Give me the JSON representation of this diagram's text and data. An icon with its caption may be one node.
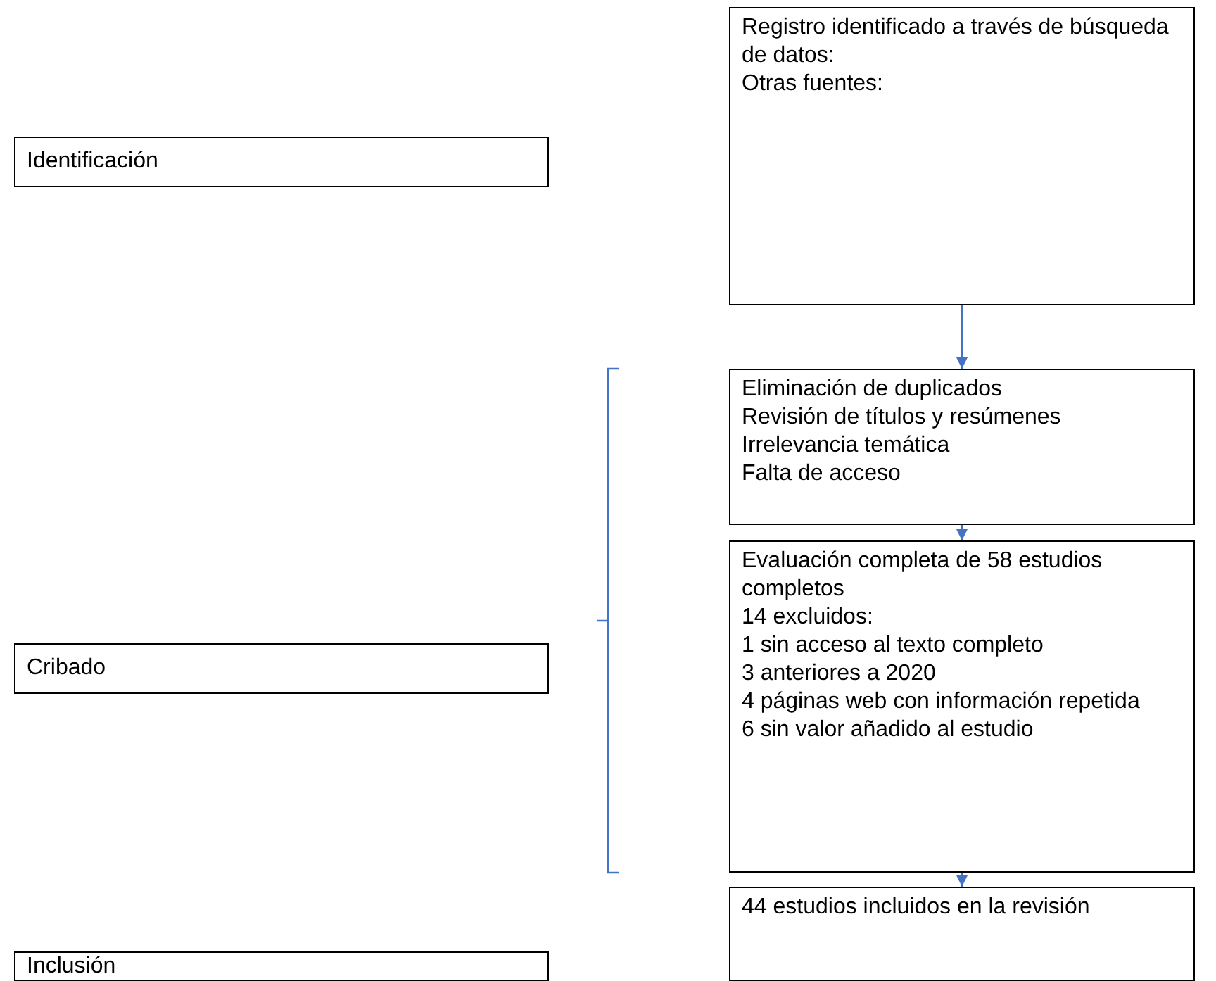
{
  "diagram": {
    "nodes": [
      {
        "text": [
          "Identificación"
        ]
      },
      {
        "text": [
          "Cribado"
        ]
      },
      {
        "text": [
          "Inclusión"
        ]
      },
      {
        "text": [
          "Registro identificado a través de búsqueda de datos:",
          "Otras fuentes:"
        ]
      },
      {
        "text": [
          "Eliminación de duplicados",
          "Revisión de títulos y resúmenes",
          "Irrelevancia temática",
          "Falta de acceso"
        ]
      },
      {
        "text": [
          "Evaluación completa de 58 estudios completos",
          "14 excluidos:",
          "1 sin acceso al texto completo",
          "3 anteriores a 2020",
          "4 páginas web con información repetida",
          "6 sin valor añadido al estudio"
        ]
      },
      {
        "text": [
          "44 estudios incluidos en la revisión"
        ]
      }
    ],
    "edges": [
      {
        "from": 3,
        "to": 4,
        "arrow": "to"
      },
      {
        "from": 4,
        "to": 5,
        "arrow": "to"
      },
      {
        "from": 5,
        "to": 6,
        "arrow": "to"
      }
    ]
  }
}
